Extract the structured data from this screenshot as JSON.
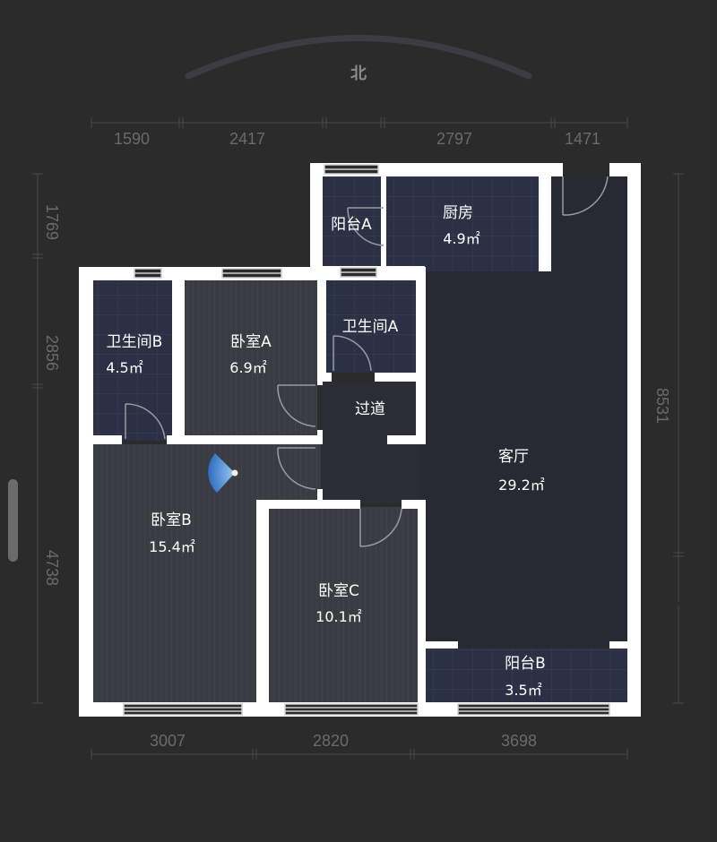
{
  "compass": {
    "label": "北"
  },
  "dimensions": {
    "top": [
      "1590",
      "2417",
      "2797",
      "1471"
    ],
    "bottom": [
      "3007",
      "2820",
      "3698"
    ],
    "left": [
      "1769",
      "2856",
      "4738"
    ],
    "right": [
      "8531"
    ]
  },
  "rooms": {
    "balcony_a": {
      "name": "阳台A",
      "area": ""
    },
    "kitchen": {
      "name": "厨房",
      "area": "4.9㎡"
    },
    "bath_b": {
      "name": "卫生间B",
      "area": "4.5㎡"
    },
    "bedroom_a": {
      "name": "卧室A",
      "area": "6.9㎡"
    },
    "bath_a": {
      "name": "卫生间A",
      "area": ""
    },
    "corridor": {
      "name": "过道",
      "area": ""
    },
    "living": {
      "name": "客厅",
      "area": "29.2㎡"
    },
    "bedroom_b": {
      "name": "卧室B",
      "area": "15.4㎡"
    },
    "bedroom_c": {
      "name": "卧室C",
      "area": "10.1㎡"
    },
    "balcony_b": {
      "name": "阳台B",
      "area": "3.5㎡"
    }
  },
  "colors": {
    "background": "#2b2b2c",
    "wall": "#ffffff",
    "tile_floor": "#2c3045",
    "wood_floor": "#3a3c44",
    "living_floor": "#272a33",
    "camera": "#3a8ee0"
  }
}
